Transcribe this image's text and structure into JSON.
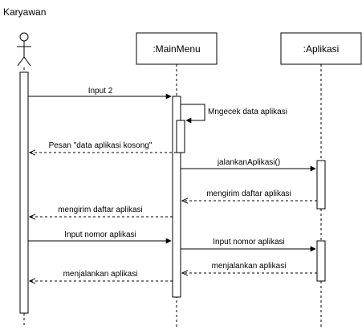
{
  "diagram": {
    "type": "sequence-diagram",
    "participants": {
      "actor": "Karyawan",
      "mainmenu": ":MainMenu",
      "aplikasi": ":Aplikasi"
    },
    "messages": [
      {
        "id": "m1",
        "label": "Input 2",
        "from": "actor",
        "to": "mainmenu",
        "kind": "call"
      },
      {
        "id": "m2",
        "label": "Mngecek data aplikasi",
        "from": "mainmenu",
        "to": "mainmenu",
        "kind": "self"
      },
      {
        "id": "m3",
        "label": "Pesan \"data aplikasi kosong\"",
        "from": "mainmenu",
        "to": "actor",
        "kind": "return"
      },
      {
        "id": "m4",
        "label": "jalankanAplikasi()",
        "from": "mainmenu",
        "to": "aplikasi",
        "kind": "call"
      },
      {
        "id": "m5",
        "label": "mengirim daftar aplikasi",
        "from": "aplikasi",
        "to": "mainmenu",
        "kind": "return"
      },
      {
        "id": "m6",
        "label": "mengirim daftar aplikasi",
        "from": "mainmenu",
        "to": "actor",
        "kind": "return"
      },
      {
        "id": "m7",
        "label": "Input nomor aplikasi",
        "from": "actor",
        "to": "mainmenu",
        "kind": "call"
      },
      {
        "id": "m8",
        "label": "Input nomor aplikasi",
        "from": "mainmenu",
        "to": "aplikasi",
        "kind": "call"
      },
      {
        "id": "m9",
        "label": "menjalankan aplikasi",
        "from": "aplikasi",
        "to": "mainmenu",
        "kind": "return"
      },
      {
        "id": "m10",
        "label": "menjalankan aplikasi",
        "from": "mainmenu",
        "to": "actor",
        "kind": "return"
      }
    ],
    "colors": {
      "line": "#000000",
      "box_fill": "#ffffff",
      "background": "#ffffff"
    }
  }
}
